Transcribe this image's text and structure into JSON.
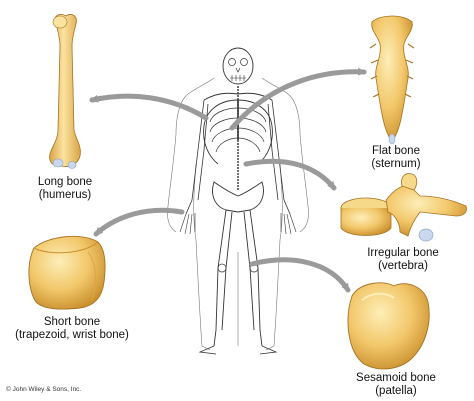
{
  "colors": {
    "bone_fill": "#f2c76a",
    "bone_light": "#fbe6a8",
    "bone_shadow": "#c98f2c",
    "cartilage": "#c9d7ef",
    "arrow": "#9a9a9a",
    "skeleton_line": "#444444"
  },
  "labels": {
    "long_bone": {
      "name": "Long bone",
      "example": "(humerus)"
    },
    "flat_bone": {
      "name": "Flat bone",
      "example": "(sternum)"
    },
    "irregular_bone": {
      "name": "Irregular bone",
      "example": "(vertebra)"
    },
    "short_bone": {
      "name": "Short bone",
      "example": "(trapezoid, wrist bone)"
    },
    "sesamoid_bone": {
      "name": "Sesamoid bone",
      "example": "(patella)"
    }
  },
  "copyright": "© John Wiley & Sons, Inc."
}
